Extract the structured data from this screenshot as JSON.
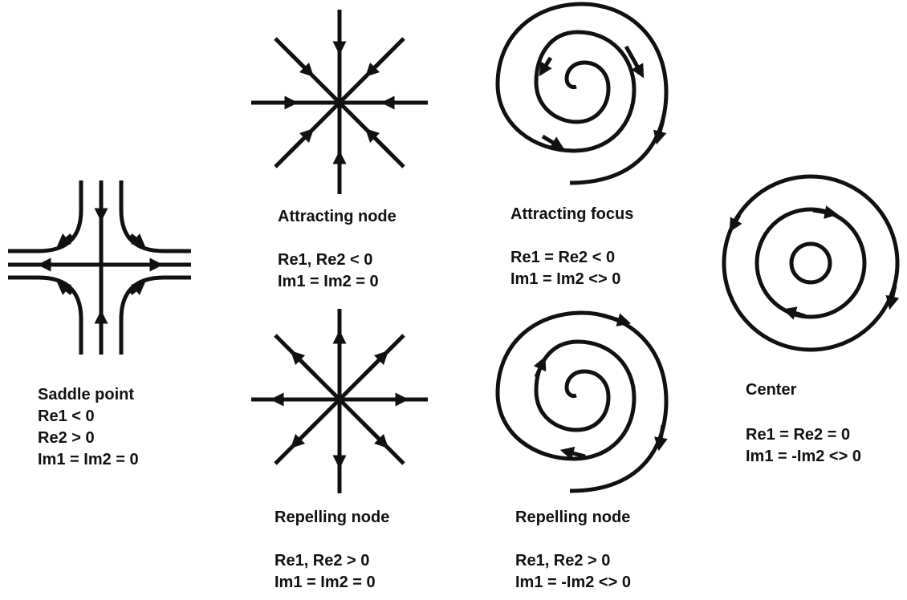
{
  "colors": {
    "ink": "#111111",
    "background": "#ffffff"
  },
  "panels": {
    "saddle": {
      "title": "Saddle point",
      "line1": "Re1 < 0",
      "line2": "Re2 > 0",
      "line3": "Im1 = Im2 = 0"
    },
    "attracting_node": {
      "title": "Attracting node",
      "line1": "Re1, Re2 < 0",
      "line2": "Im1 = Im2 = 0"
    },
    "repelling_node": {
      "title": "Repelling node",
      "line1": "Re1, Re2 > 0",
      "line2": "Im1 = Im2 = 0"
    },
    "attracting_focus": {
      "title": "Attracting focus",
      "line1": "Re1 = Re2 < 0",
      "line2": "Im1 = Im2 <> 0"
    },
    "repelling_focus": {
      "title": "Repelling node",
      "line1": "Re1, Re2 > 0",
      "line2": "Im1 = -Im2 <> 0"
    },
    "center": {
      "title": "Center",
      "line1": "Re1 = Re2 = 0",
      "line2": "Im1 = -Im2 <> 0"
    }
  }
}
